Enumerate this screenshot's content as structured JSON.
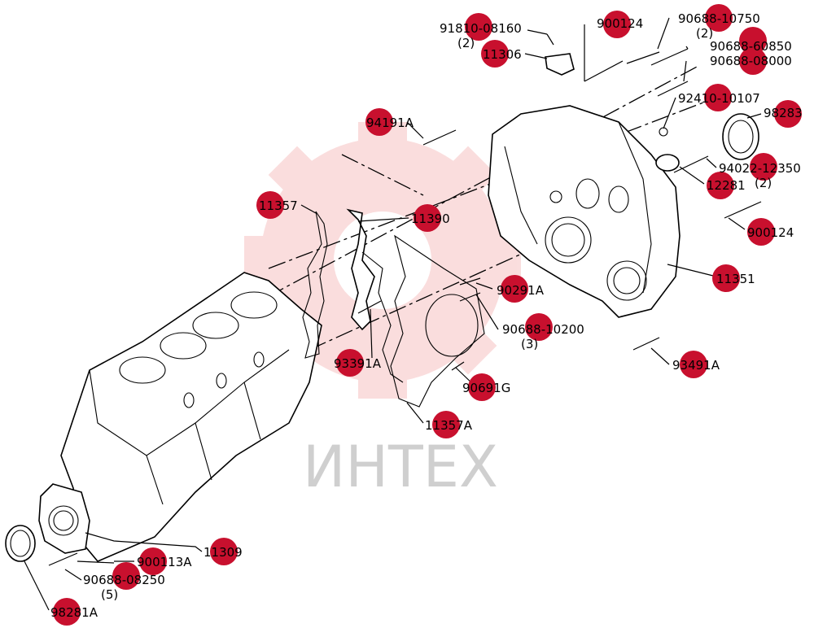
{
  "watermark": {
    "text": "ИНТЕХ",
    "color": "#d0d0d0",
    "gear_color": "#f3b5b5"
  },
  "marker_color": "#c8102e",
  "labels": [
    {
      "id": "91810",
      "text": "91810-08160"
    },
    {
      "id": "91810q",
      "text": "(2)"
    },
    {
      "id": "11306",
      "text": "11306"
    },
    {
      "id": "900124a",
      "text": "900124"
    },
    {
      "id": "90688a",
      "text": "90688-10750"
    },
    {
      "id": "90688aq",
      "text": "(2)"
    },
    {
      "id": "90688b",
      "text": "90688-60850"
    },
    {
      "id": "90688c",
      "text": "90688-08000"
    },
    {
      "id": "9241",
      "text": "92410-10107"
    },
    {
      "id": "98283",
      "text": "98283"
    },
    {
      "id": "94191",
      "text": "94191A"
    },
    {
      "id": "94022",
      "text": "94022-12350"
    },
    {
      "id": "12281",
      "text": "12281"
    },
    {
      "id": "12281q",
      "text": "(2)"
    },
    {
      "id": "900124b",
      "text": "900124"
    },
    {
      "id": "11357",
      "text": "11357"
    },
    {
      "id": "11390",
      "text": "11390"
    },
    {
      "id": "11351",
      "text": "11351"
    },
    {
      "id": "90291",
      "text": "90291A"
    },
    {
      "id": "90688d",
      "text": "90688-10200"
    },
    {
      "id": "90688dq",
      "text": "(3)"
    },
    {
      "id": "93391",
      "text": "93391A"
    },
    {
      "id": "93491",
      "text": "93491A"
    },
    {
      "id": "90691",
      "text": "90691G"
    },
    {
      "id": "11357a",
      "text": "11357A"
    },
    {
      "id": "900113",
      "text": "900113A"
    },
    {
      "id": "11309",
      "text": "11309"
    },
    {
      "id": "90688e",
      "text": "90688-08250"
    },
    {
      "id": "90688eq",
      "text": "(5)"
    },
    {
      "id": "98281",
      "text": "98281A"
    }
  ]
}
